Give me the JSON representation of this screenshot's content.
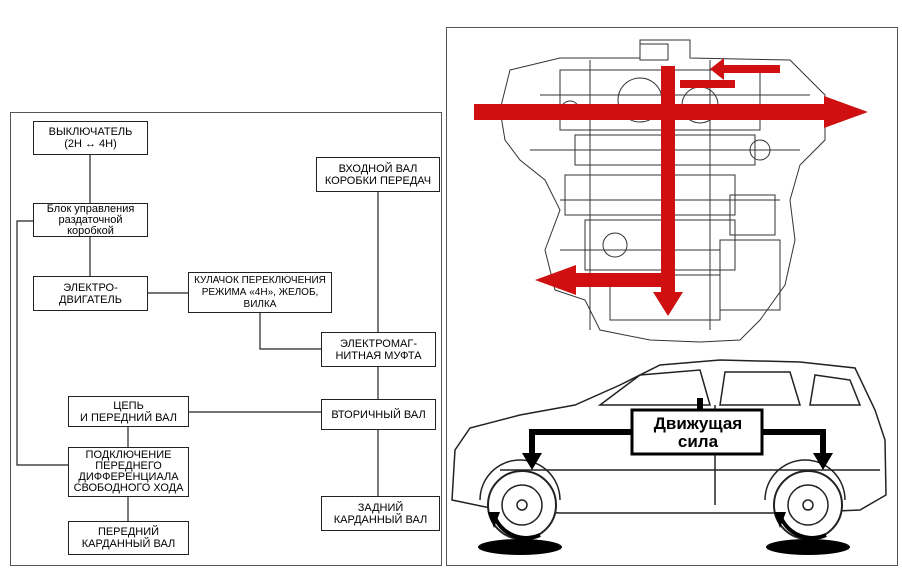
{
  "flowchart": {
    "switch": "ВЫКЛЮЧАТЕЛЬ\n(2H ↔ 4H)",
    "control_unit": "Блок управления\nраздаточной\nкоробкой",
    "motor": "ЭЛЕКТРО-\nДВИГАТЕЛЬ",
    "cam": "КУЛАЧОК ПЕРЕКЛЮЧЕНИЯ\nРЕЖИМА «4Н», ЖЕЛОБ,\nВИЛКА",
    "input_shaft": "ВХОДНОЙ ВАЛ\nКОРОБКИ ПЕРЕДАЧ",
    "em_clutch": "ЭЛЕКТРОМАГ-\nНИТНАЯ МУФТА",
    "output_shaft": "ВТОРИЧНЫЙ ВАЛ",
    "chain_front": "ЦЕПЬ\nИ ПЕРЕДНИЙ ВАЛ",
    "front_diff": "ПОДКЛЮЧЕНИЕ\nПЕРЕДНЕГО\nДИФФЕРЕНЦИАЛА\nСВОБОДНОГО ХОДА",
    "front_prop": "ПЕРЕДНИЙ\nКАРДАННЫЙ ВАЛ",
    "rear_prop": "ЗАДНИЙ\nКАРДАННЫЙ ВАЛ"
  },
  "illustration": {
    "driving_force_label": "Движущая\nсила",
    "arrow_color": "#d01010"
  }
}
